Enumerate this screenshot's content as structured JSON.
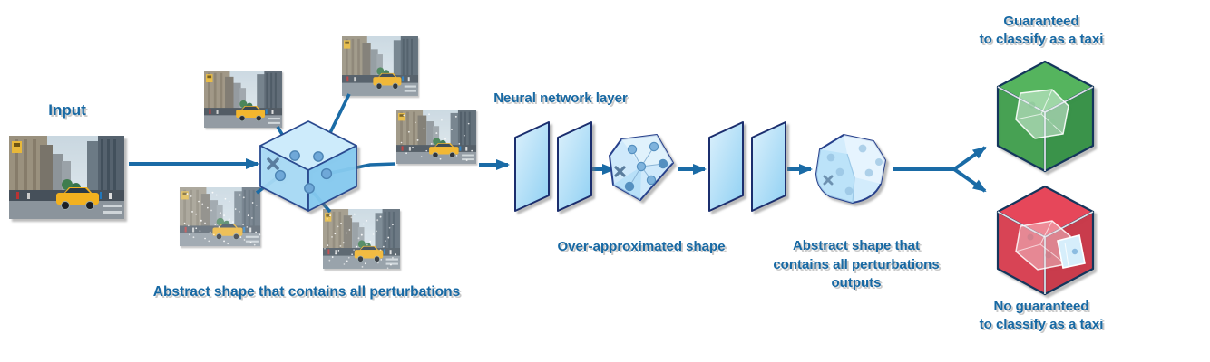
{
  "colors": {
    "label_text": "#1769a4",
    "arrow": "#1a6ba6",
    "abstract_shape_fill": "#a8dcf8",
    "abstract_shape_stroke": "#27418c",
    "nn_sheet_fill": "#9ed7f6",
    "guaranteed_cube": "#41a04d",
    "not_guaranteed_cube": "#d93a4c"
  },
  "labels": {
    "input": "Input",
    "abstract_input": "Abstract shape that contains all perturbations",
    "nn_layer": "Neural network layer",
    "over_approximated": "Over-approximated shape",
    "abstract_output_line1": "Abstract shape that",
    "abstract_output_line2": "contains all perturbations",
    "abstract_output_line3": "outputs",
    "guaranteed_line1": "Guaranteed",
    "guaranteed_line2": "to classify as a taxi",
    "not_guaranteed_line1": "No guaranteed",
    "not_guaranteed_line2": "to classify as a taxi"
  }
}
